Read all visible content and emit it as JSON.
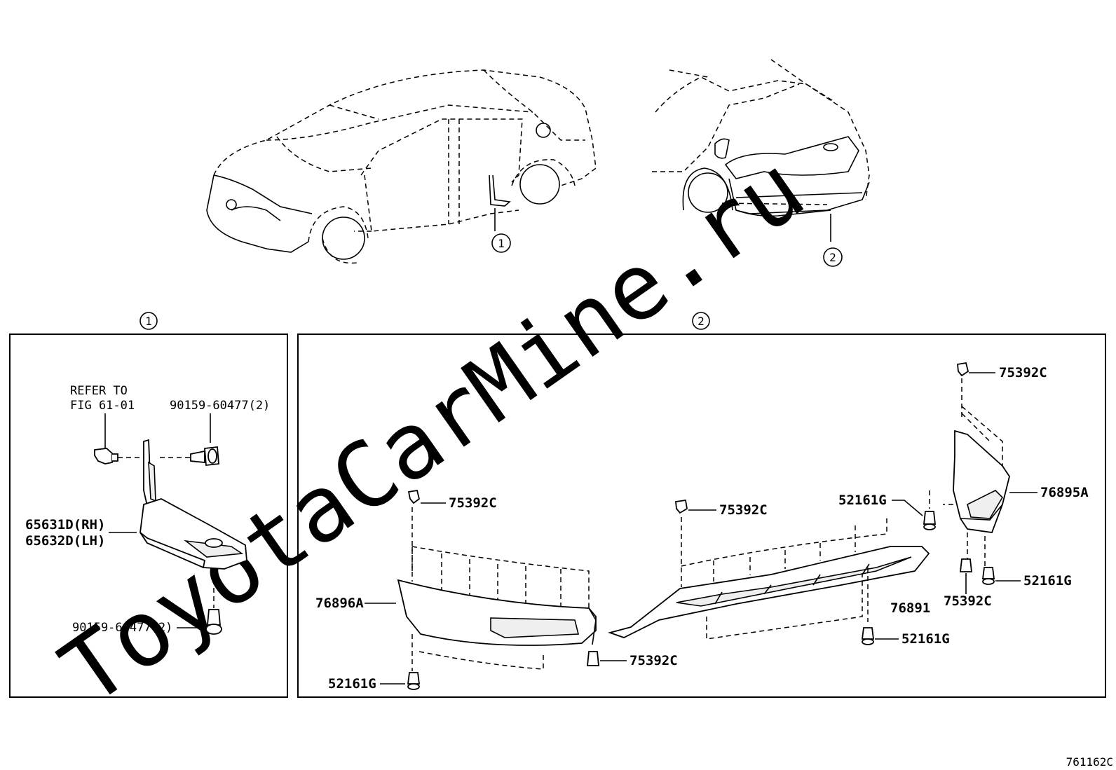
{
  "watermark": "ToyotaCarMine.ru",
  "diagram_code": "761162C",
  "callouts": {
    "one": "1",
    "two": "2"
  },
  "panel1": {
    "refer_line1": "REFER TO",
    "refer_line2": "FIG 61-01",
    "bolt_top": "90159-60477(2)",
    "part_rh": "65631D(RH)",
    "part_lh": "65632D(LH)",
    "bolt_bottom": "90159-60477(2)"
  },
  "panel2": {
    "clip_left_top": "75392C",
    "spoiler_left": "76896A",
    "clip_left_bottom": "52161G",
    "clip_center_bottom": "75392C",
    "clip_center_top": "75392C",
    "clip_center_mid": "52161G",
    "spoiler_center": "76891",
    "clip_center_low": "52161G",
    "clip_right_top": "75392C",
    "spoiler_right": "76895A",
    "clip_right_low_a": "75392C",
    "clip_right_low_b": "52161G"
  }
}
